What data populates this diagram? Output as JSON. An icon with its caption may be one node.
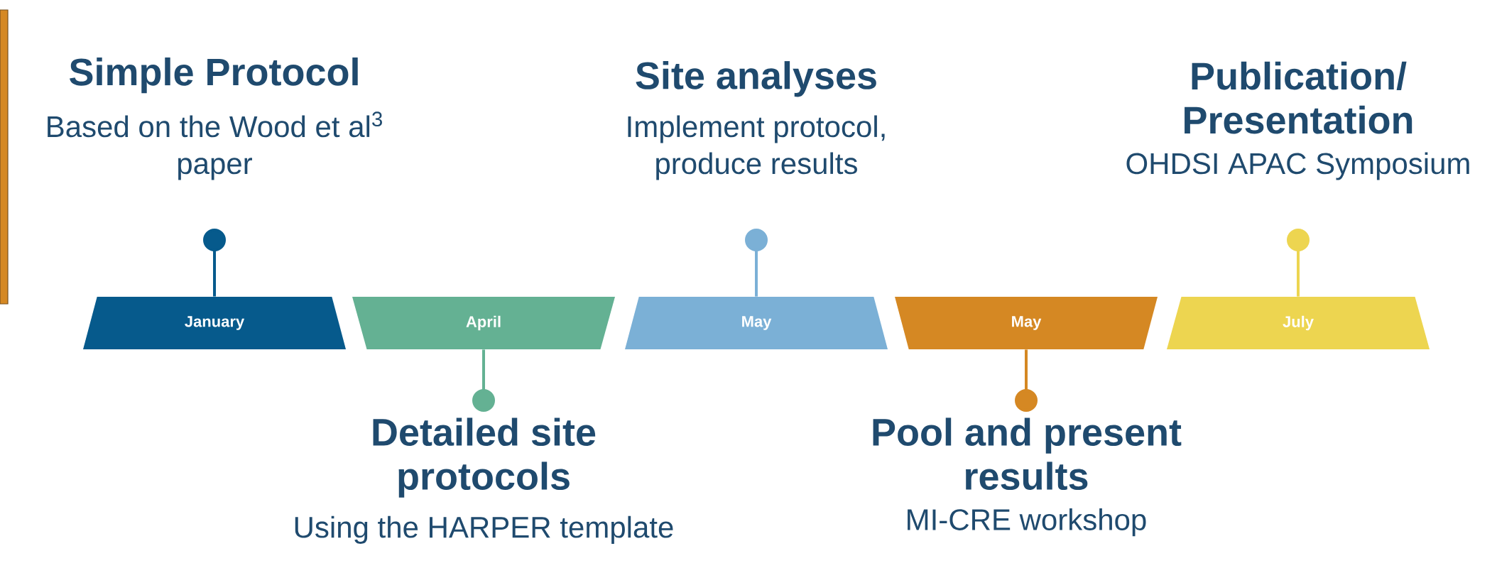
{
  "diagram": {
    "nodes": [
      {
        "text": [
          "January"
        ]
      },
      {
        "text": [
          "April"
        ]
      },
      {
        "text": [
          "May"
        ]
      },
      {
        "text": [
          "May"
        ]
      },
      {
        "text": [
          "July"
        ]
      },
      {
        "text": [
          "Simple Protocol",
          "Based on the Wood et al$^{3}$ paper"
        ]
      },
      {
        "text": [
          "Detailed site protocols",
          "Using the HARPER template"
        ]
      },
      {
        "text": [
          "Site analyses",
          "Implement protocol, produce results"
        ]
      },
      {
        "text": [
          "Pool and present results",
          "MI-CRE workshop"
        ]
      },
      {
        "text": [
          "Publication/ Presentation",
          "OHDSI APAC Symposium"
        ]
      }
    ],
    "edges": [
      {
        "from": 0,
        "to": 5,
        "arrow": "other",
        "color": "#065a8c"
      },
      {
        "from": 1,
        "to": 6,
        "arrow": "other",
        "color": "#64b193"
      },
      {
        "from": 2,
        "to": 7,
        "arrow": "other",
        "color": "#7bb0d6"
      },
      {
        "from": 3,
        "to": 8,
        "arrow": "other",
        "color": "#d58823"
      },
      {
        "from": 4,
        "to": 9,
        "arrow": "other",
        "color": "#edd550"
      }
    ]
  }
}
